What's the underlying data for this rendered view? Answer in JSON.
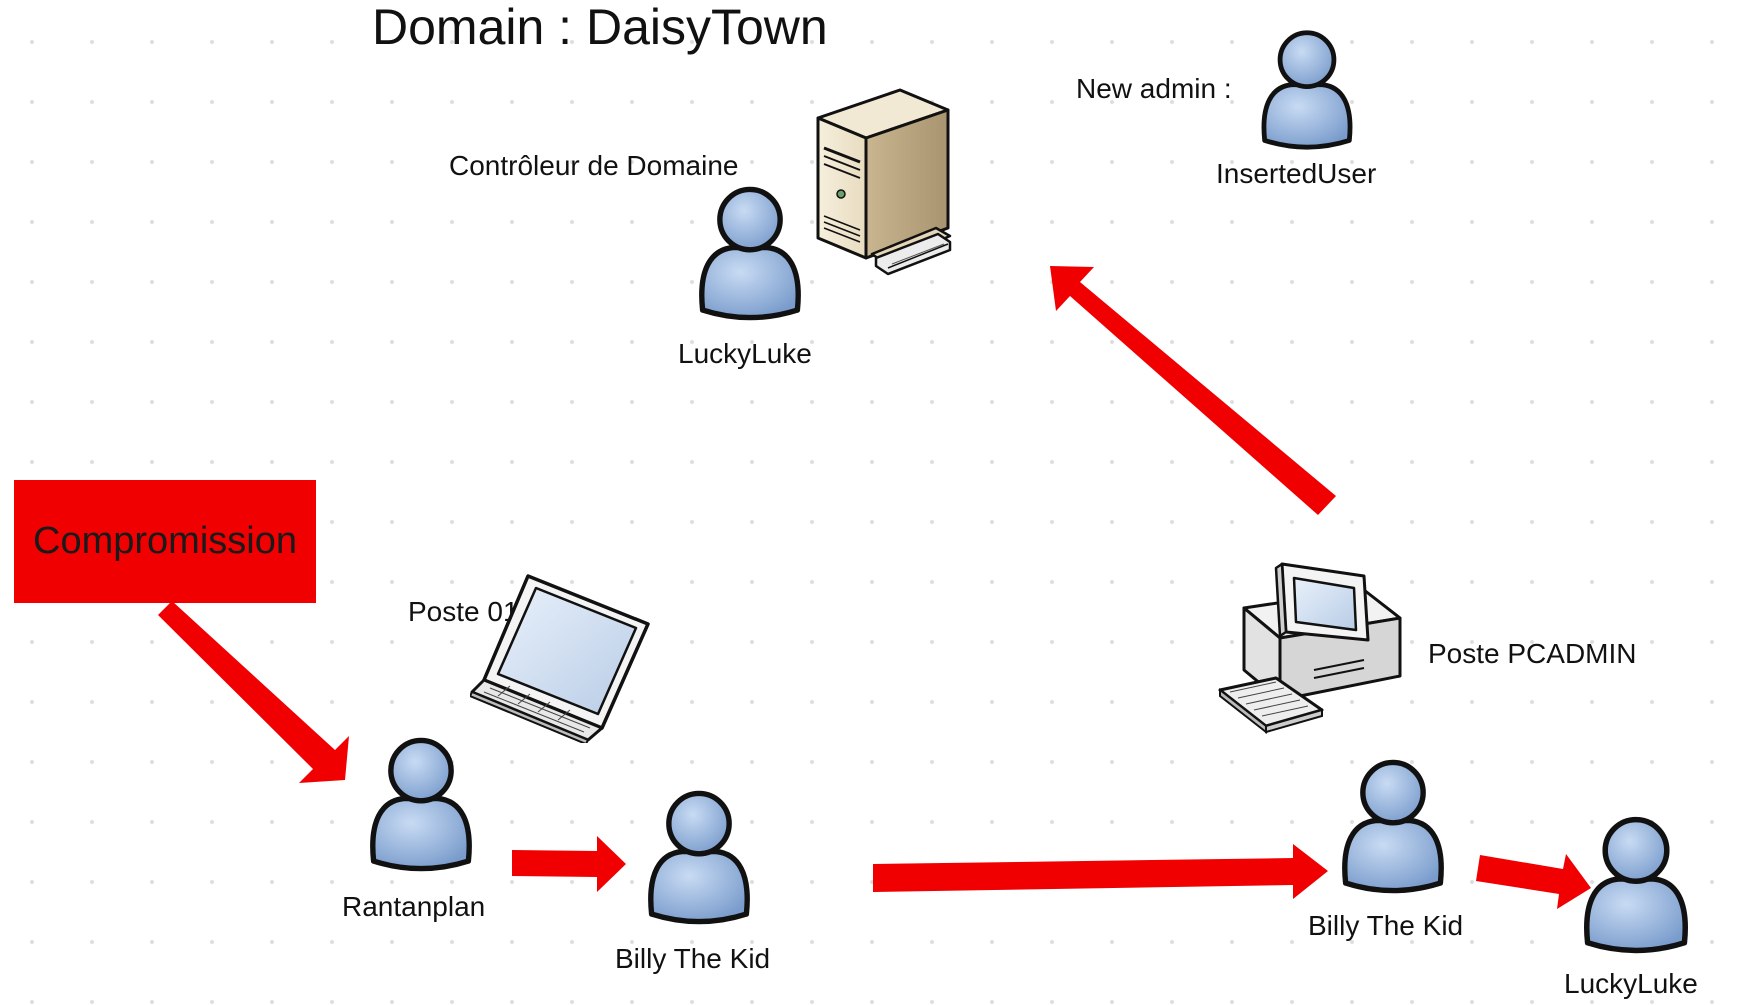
{
  "domain_title": "Domain : DaisyTown",
  "compromission_label": "Compromission",
  "domain_controller": {
    "label": "Contrôleur de Domaine",
    "user": "LuckyLuke"
  },
  "new_admin": {
    "label": "New admin :",
    "user": "InsertedUser"
  },
  "poste01": {
    "label": "Poste 01",
    "user": "Rantanplan",
    "next_user": "Billy The Kid"
  },
  "pcadmin": {
    "label": "Poste PCADMIN",
    "user": "Billy The Kid",
    "next_user": "LuckyLuke"
  },
  "colors": {
    "arrow": "#f00000",
    "user_fill": "#8fb0da",
    "box": "#f00000"
  },
  "icons": [
    "user-icon",
    "server-icon",
    "laptop-icon",
    "desktop-computer-icon",
    "arrow-icon"
  ]
}
